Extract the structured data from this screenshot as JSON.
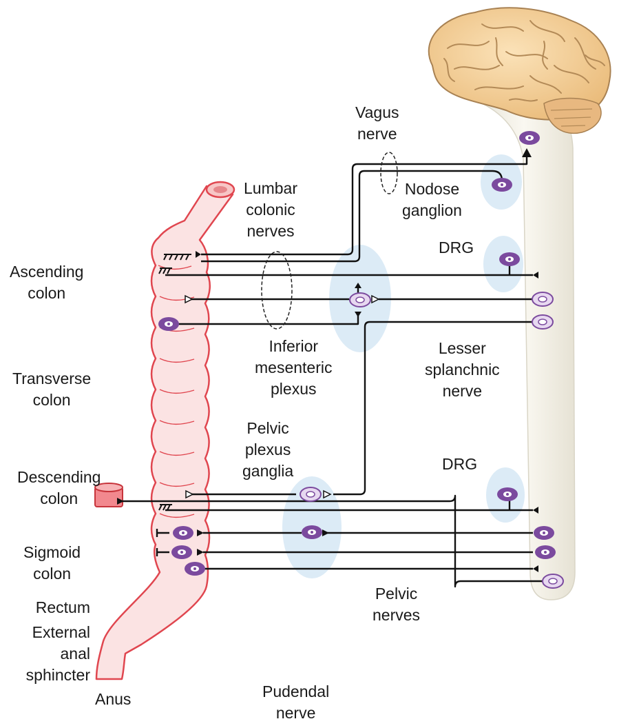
{
  "labels": {
    "vagus_nerve": "Vagus\nnerve",
    "nodose_ganglion": "Nodose\nganglion",
    "lumbar_colonic_nerves": "Lumbar\ncolonic\nnerves",
    "drg_upper": "DRG",
    "ascending_colon": "Ascending\ncolon",
    "inferior_mesenteric_plexus": "Inferior\nmesenteric\nplexus",
    "lesser_splanchnic_nerve": "Lesser\nsplanchnic\nnerve",
    "transverse_colon": "Transverse\ncolon",
    "pelvic_plexus_ganglia": "Pelvic\nplexus\nganglia",
    "drg_lower": "DRG",
    "descending_colon": "Descending\ncolon",
    "sigmoid_colon": "Sigmoid\ncolon",
    "pelvic_nerves": "Pelvic\nnerves",
    "rectum": "Rectum",
    "external_anal_sphincter": "External\nanal\nsphincter",
    "anus": "Anus",
    "pudendal_nerve": "Pudendal\nnerve"
  },
  "colors": {
    "colon_fill": "#fbe3e3",
    "colon_stroke": "#e0464f",
    "ganglion_fill": "#dcebf6",
    "neuron_dark": "#7b4a9e",
    "neuron_light": "#e7d8f0",
    "spinal_cord": "#f1efe6",
    "brain": "#f2cf95",
    "brain_stroke": "#9c7a4a"
  }
}
